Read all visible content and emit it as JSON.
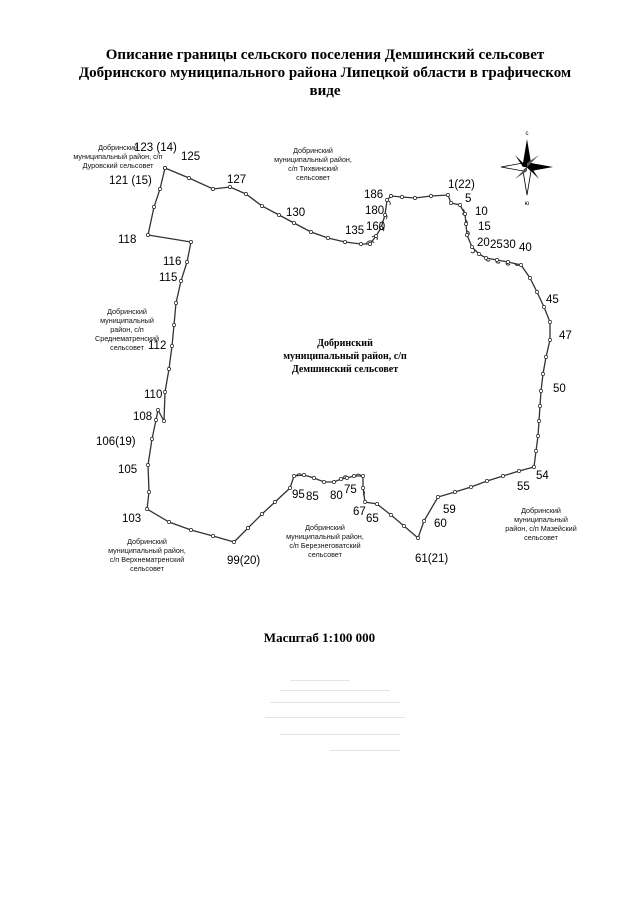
{
  "title": {
    "line1": "Описание границы сельского поселения Демшинский сельсовет",
    "line2": "Добринского муниципального района Липецкой области в графическом",
    "line3": "виде"
  },
  "scale": "Масштаб 1:100 000",
  "compass": {
    "north": "с",
    "south": "ю"
  },
  "center_label": [
    "Добринский",
    "муниципальный район, с/п",
    "Демшинский сельсовет"
  ],
  "neighbors": {
    "durovsky": [
      "Добринский",
      "муниципальный район, с/п",
      "Дуровский сельсовет"
    ],
    "tikhvinsky": [
      "Добринский",
      "муниципальный район,",
      "с/п Тихвинский",
      "сельсовет"
    ],
    "srednematrensky": [
      "Добринский",
      "муниципальный",
      "район, с/п",
      "Среднематренский",
      "сельсовет"
    ],
    "verkhnematrensky": [
      "Добринский",
      "муниципальный район,",
      "с/п Верхнематренский",
      "сельсовет"
    ],
    "bereznegovatsky": [
      "Добринский",
      "муниципальный район,",
      "с/п Березнеговатский",
      "сельсовет"
    ],
    "mazeisky": [
      "Добринский",
      "муниципальный",
      "район, с/п Мазейский",
      "сельсовет"
    ]
  },
  "point_labels": {
    "p123": "123 (14)",
    "p125": "125",
    "p121": "121 (15)",
    "p127": "127",
    "p118": "118",
    "p130": "130",
    "p135": "135",
    "p160": "160",
    "p180": "180",
    "p186": "186",
    "p1": "1(22)",
    "p5": "5",
    "p10": "10",
    "p15": "15",
    "p20": "20",
    "p25": "25",
    "p30": "30",
    "p40": "40",
    "p45": "45",
    "p47": "47",
    "p50": "50",
    "p54": "54",
    "p55": "55",
    "p59": "59",
    "p60": "60",
    "p61": "61(21)",
    "p65": "65",
    "p67": "67",
    "p75": "75",
    "p80": "80",
    "p85": "85",
    "p95": "95",
    "p99": "99(20)",
    "p103": "103",
    "p105": "105",
    "p106": "106(19)",
    "p108": "108",
    "p110": "110",
    "p112": "112",
    "p115": "115",
    "p116": "116"
  }
}
